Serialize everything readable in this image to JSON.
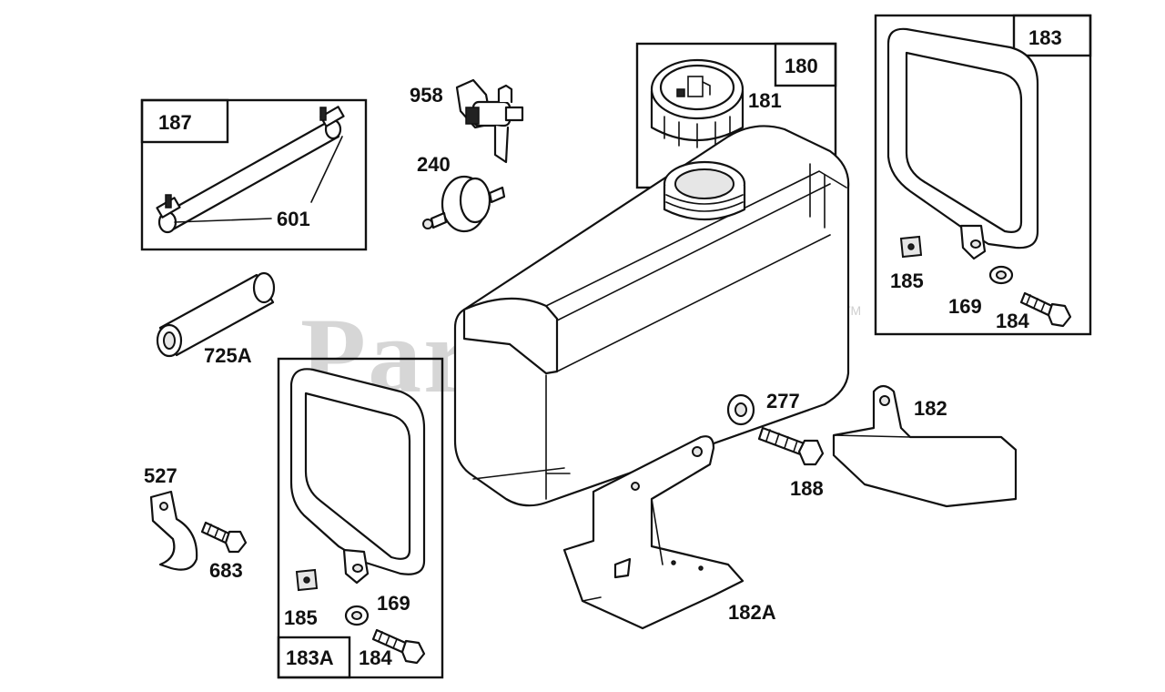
{
  "watermark": {
    "text": "PartsTree",
    "trademark": "TM"
  },
  "kits": {
    "k187": "187",
    "k180": "180",
    "k183": "183",
    "k183a": "183A"
  },
  "parts": {
    "p601": "601",
    "p958": "958",
    "p240": "240",
    "p181": "181",
    "p725a": "725A",
    "p185_top": "185",
    "p169_top": "169",
    "p184_top": "184",
    "p277": "277",
    "p182": "182",
    "p188": "188",
    "p527": "527",
    "p683": "683",
    "p185_bot": "185",
    "p169_bot": "169",
    "p184_bot": "184",
    "p182a": "182A"
  },
  "icons": [
    "fuel-pump-icon"
  ]
}
